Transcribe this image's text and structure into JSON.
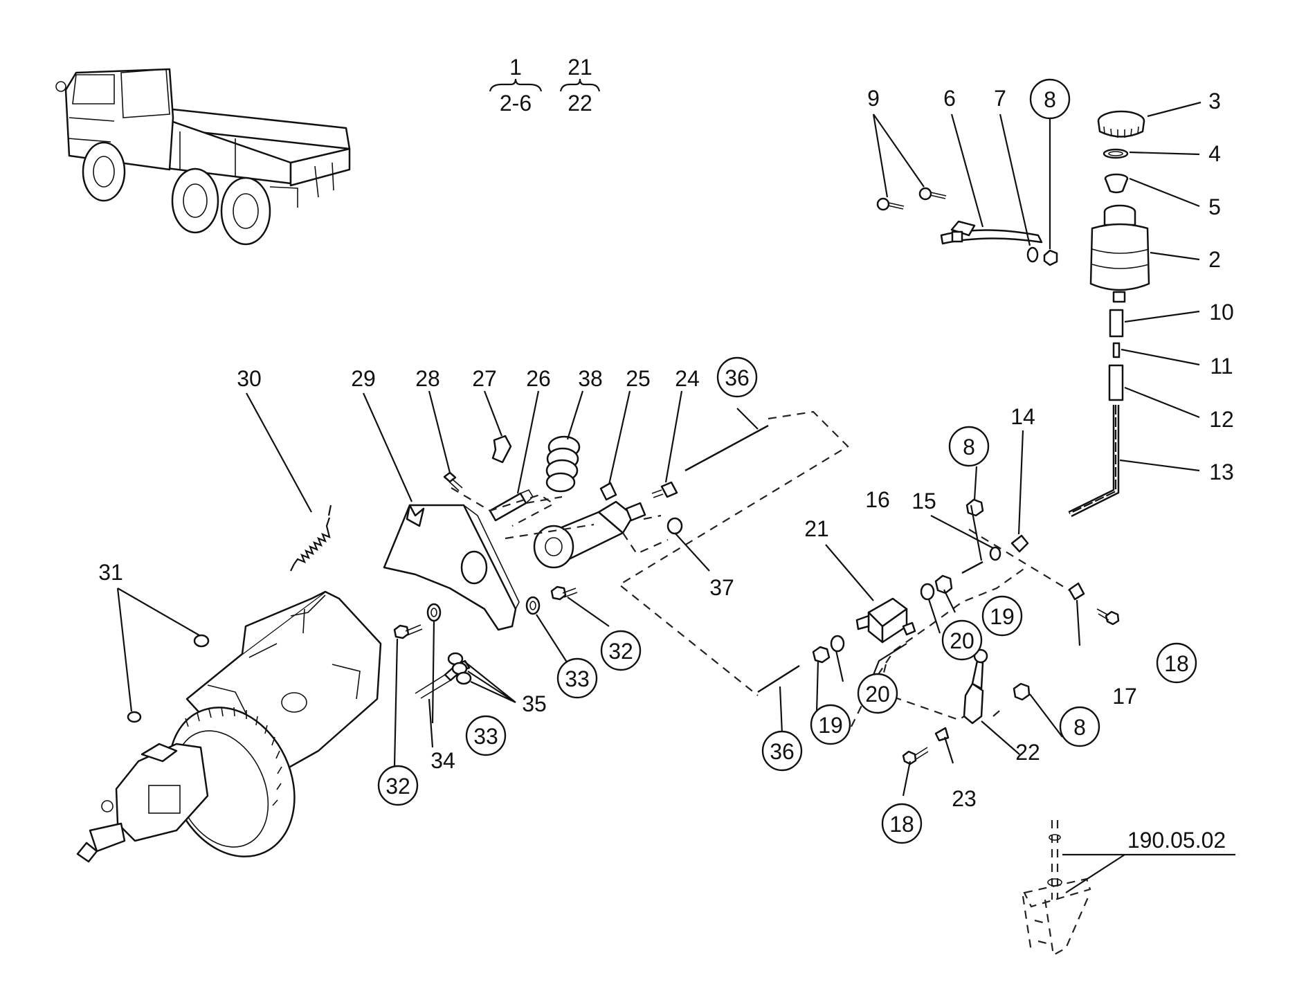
{
  "group_notes": [
    {
      "top": "1",
      "bottom": "2-6"
    },
    {
      "top": "21",
      "bottom": "22"
    }
  ],
  "reference_code": "190.05.02",
  "callouts": [
    {
      "id": "c3",
      "text": "3",
      "circled": false
    },
    {
      "id": "c4",
      "text": "4",
      "circled": false
    },
    {
      "id": "c5",
      "text": "5",
      "circled": false
    },
    {
      "id": "c2",
      "text": "2",
      "circled": false
    },
    {
      "id": "c10",
      "text": "10",
      "circled": false
    },
    {
      "id": "c11",
      "text": "11",
      "circled": false
    },
    {
      "id": "c12",
      "text": "12",
      "circled": false
    },
    {
      "id": "c13",
      "text": "13",
      "circled": false
    },
    {
      "id": "c9",
      "text": "9",
      "circled": false
    },
    {
      "id": "c6",
      "text": "6",
      "circled": false
    },
    {
      "id": "c7",
      "text": "7",
      "circled": false
    },
    {
      "id": "c8a",
      "text": "8",
      "circled": true
    },
    {
      "id": "c30",
      "text": "30",
      "circled": false
    },
    {
      "id": "c29",
      "text": "29",
      "circled": false
    },
    {
      "id": "c28",
      "text": "28",
      "circled": false
    },
    {
      "id": "c27",
      "text": "27",
      "circled": false
    },
    {
      "id": "c26",
      "text": "26",
      "circled": false
    },
    {
      "id": "c38",
      "text": "38",
      "circled": false
    },
    {
      "id": "c25",
      "text": "25",
      "circled": false
    },
    {
      "id": "c24",
      "text": "24",
      "circled": false
    },
    {
      "id": "c36a",
      "text": "36",
      "circled": true
    },
    {
      "id": "c37",
      "text": "37",
      "circled": false
    },
    {
      "id": "c31",
      "text": "31",
      "circled": false
    },
    {
      "id": "c32a",
      "text": "32",
      "circled": true
    },
    {
      "id": "c33a",
      "text": "33",
      "circled": true
    },
    {
      "id": "c32b",
      "text": "32",
      "circled": true
    },
    {
      "id": "c33b",
      "text": "33",
      "circled": true
    },
    {
      "id": "c35",
      "text": "35",
      "circled": false
    },
    {
      "id": "c34",
      "text": "34",
      "circled": false
    },
    {
      "id": "c8b",
      "text": "8",
      "circled": true
    },
    {
      "id": "c14",
      "text": "14",
      "circled": false
    },
    {
      "id": "c15",
      "text": "15",
      "circled": false
    },
    {
      "id": "c16",
      "text": "16",
      "circled": false
    },
    {
      "id": "c21",
      "text": "21",
      "circled": false
    },
    {
      "id": "c19a",
      "text": "19",
      "circled": true
    },
    {
      "id": "c20a",
      "text": "20",
      "circled": true
    },
    {
      "id": "c18a",
      "text": "18",
      "circled": true
    },
    {
      "id": "c17",
      "text": "17",
      "circled": false
    },
    {
      "id": "c20b",
      "text": "20",
      "circled": true
    },
    {
      "id": "c19b",
      "text": "19",
      "circled": true
    },
    {
      "id": "c36b",
      "text": "36",
      "circled": true
    },
    {
      "id": "c8c",
      "text": "8",
      "circled": true
    },
    {
      "id": "c22",
      "text": "22",
      "circled": false
    },
    {
      "id": "c23",
      "text": "23",
      "circled": false
    },
    {
      "id": "c18b",
      "text": "18",
      "circled": true
    }
  ]
}
